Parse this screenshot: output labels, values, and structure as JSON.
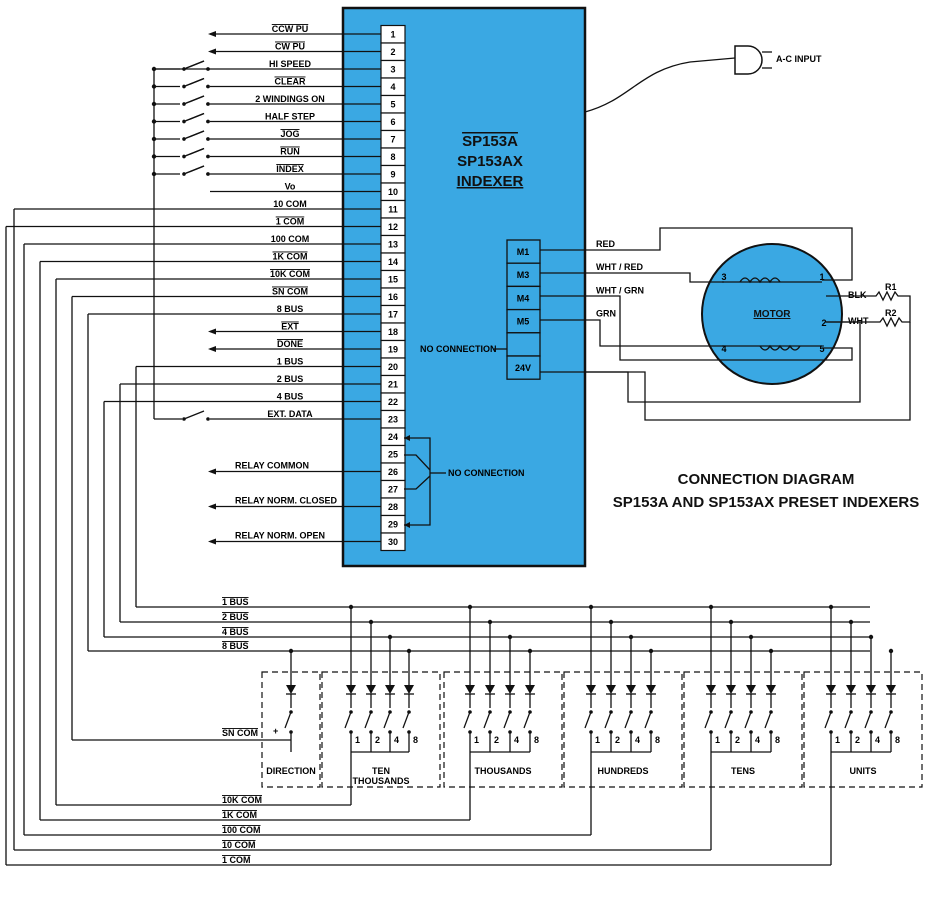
{
  "indexer": {
    "model_a": "SP153A",
    "model_ax": "SP153AX",
    "name": "INDEXER",
    "no_connection": "NO CONNECTION",
    "no_connection_relay": "NO CONNECTION",
    "color_fill": "#3aa8e3"
  },
  "terminals": [
    {
      "pin": "1",
      "label": "CCW PU"
    },
    {
      "pin": "2",
      "label": "CW PU"
    },
    {
      "pin": "3",
      "label": "HI SPEED"
    },
    {
      "pin": "4",
      "label": "CLEAR"
    },
    {
      "pin": "5",
      "label": "2 WINDINGS ON"
    },
    {
      "pin": "6",
      "label": "HALF STEP"
    },
    {
      "pin": "7",
      "label": "JOG"
    },
    {
      "pin": "8",
      "label": "RUN"
    },
    {
      "pin": "9",
      "label": "INDEX"
    },
    {
      "pin": "10",
      "label": "Vo"
    },
    {
      "pin": "11",
      "label": "10 COM"
    },
    {
      "pin": "12",
      "label": "1 COM"
    },
    {
      "pin": "13",
      "label": "100 COM"
    },
    {
      "pin": "14",
      "label": "1K COM"
    },
    {
      "pin": "15",
      "label": "10K COM"
    },
    {
      "pin": "16",
      "label": "SN COM"
    },
    {
      "pin": "17",
      "label": "8 BUS"
    },
    {
      "pin": "18",
      "label": "EXT"
    },
    {
      "pin": "19",
      "label": "DONE"
    },
    {
      "pin": "20",
      "label": "1 BUS"
    },
    {
      "pin": "21",
      "label": "2 BUS"
    },
    {
      "pin": "22",
      "label": "4 BUS"
    },
    {
      "pin": "23",
      "label": "EXT. DATA"
    },
    {
      "pin": "24",
      "label": ""
    },
    {
      "pin": "25",
      "label": ""
    },
    {
      "pin": "26",
      "label": "RELAY COMMON"
    },
    {
      "pin": "27",
      "label": ""
    },
    {
      "pin": "28",
      "label": "RELAY NORM. CLOSED"
    },
    {
      "pin": "29",
      "label": ""
    },
    {
      "pin": "30",
      "label": "RELAY NORM. OPEN"
    }
  ],
  "ac_input": "A-C INPUT",
  "motor_terminals": [
    {
      "id": "M1",
      "wire": "RED"
    },
    {
      "id": "M3",
      "wire": "WHT / RED"
    },
    {
      "id": "M4",
      "wire": "WHT / GRN"
    },
    {
      "id": "M5",
      "wire": "GRN"
    },
    {
      "id": "",
      "wire": ""
    },
    {
      "id": "24V",
      "wire": ""
    }
  ],
  "motor": {
    "label": "MOTOR",
    "color_fill": "#3aa8e3",
    "terminals": [
      "3",
      "1",
      "2",
      "4",
      "5"
    ],
    "blk": "BLK",
    "wht": "WHT",
    "r1": "R1",
    "r2": "R2"
  },
  "title": {
    "line1": "CONNECTION DIAGRAM",
    "line2": "SP153A AND SP153AX PRESET INDEXERS"
  },
  "buses": [
    "1 BUS",
    "2 BUS",
    "4 BUS",
    "8 BUS"
  ],
  "sn_com": "SN COM",
  "plus": "+",
  "groups": [
    {
      "name": "DIRECTION",
      "line2": ""
    },
    {
      "name": "TEN",
      "line2": "THOUSANDS"
    },
    {
      "name": "THOUSANDS",
      "line2": ""
    },
    {
      "name": "HUNDREDS",
      "line2": ""
    },
    {
      "name": "TENS",
      "line2": ""
    },
    {
      "name": "UNITS",
      "line2": ""
    }
  ],
  "switch_digits": [
    "1",
    "2",
    "4",
    "8"
  ],
  "commons": [
    "10K COM",
    "1K COM",
    "100 COM",
    "10 COM",
    "1 COM"
  ]
}
